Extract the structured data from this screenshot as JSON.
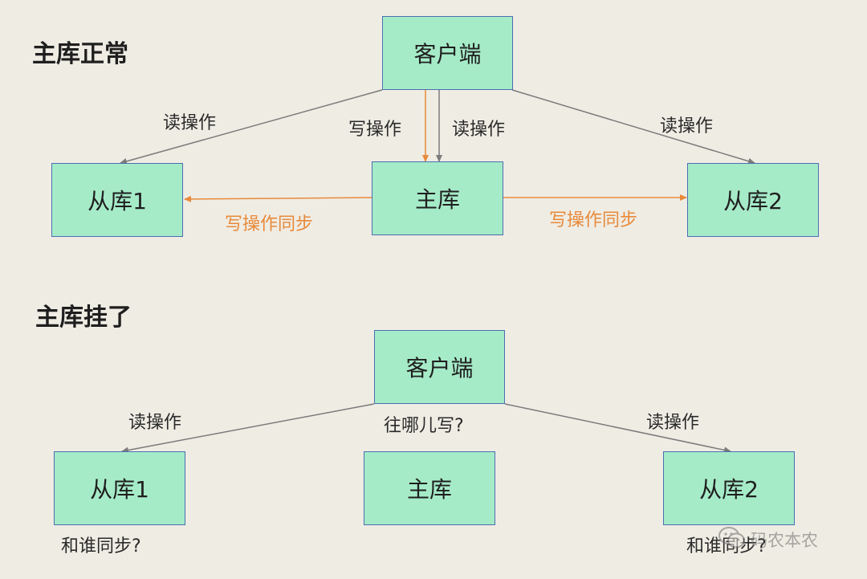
{
  "top": {
    "title": "主库正常",
    "client": "客户端",
    "master": "主库",
    "slave1": "从库1",
    "slave2": "从库2",
    "labels": {
      "read_left": "读操作",
      "write": "写操作",
      "read_center": "读操作",
      "read_right": "读操作",
      "sync_left": "写操作同步",
      "sync_right": "写操作同步"
    }
  },
  "bottom": {
    "title": "主库挂了",
    "client": "客户端",
    "master": "主库",
    "slave1": "从库1",
    "slave2": "从库2",
    "labels": {
      "read_left": "读操作",
      "where_write": "往哪儿写?",
      "read_right": "读操作",
      "sync_who_left": "和谁同步?",
      "sync_who_right": "和谁同步?"
    }
  },
  "watermark": {
    "text": "码农本农",
    "icon": "wechat-icon"
  },
  "colors": {
    "box_fill": "#a6ebc8",
    "box_border": "#4a6fb0",
    "gray_arrow": "#7b7b7b",
    "orange_arrow": "#e88a3a",
    "background": "#efece4"
  }
}
